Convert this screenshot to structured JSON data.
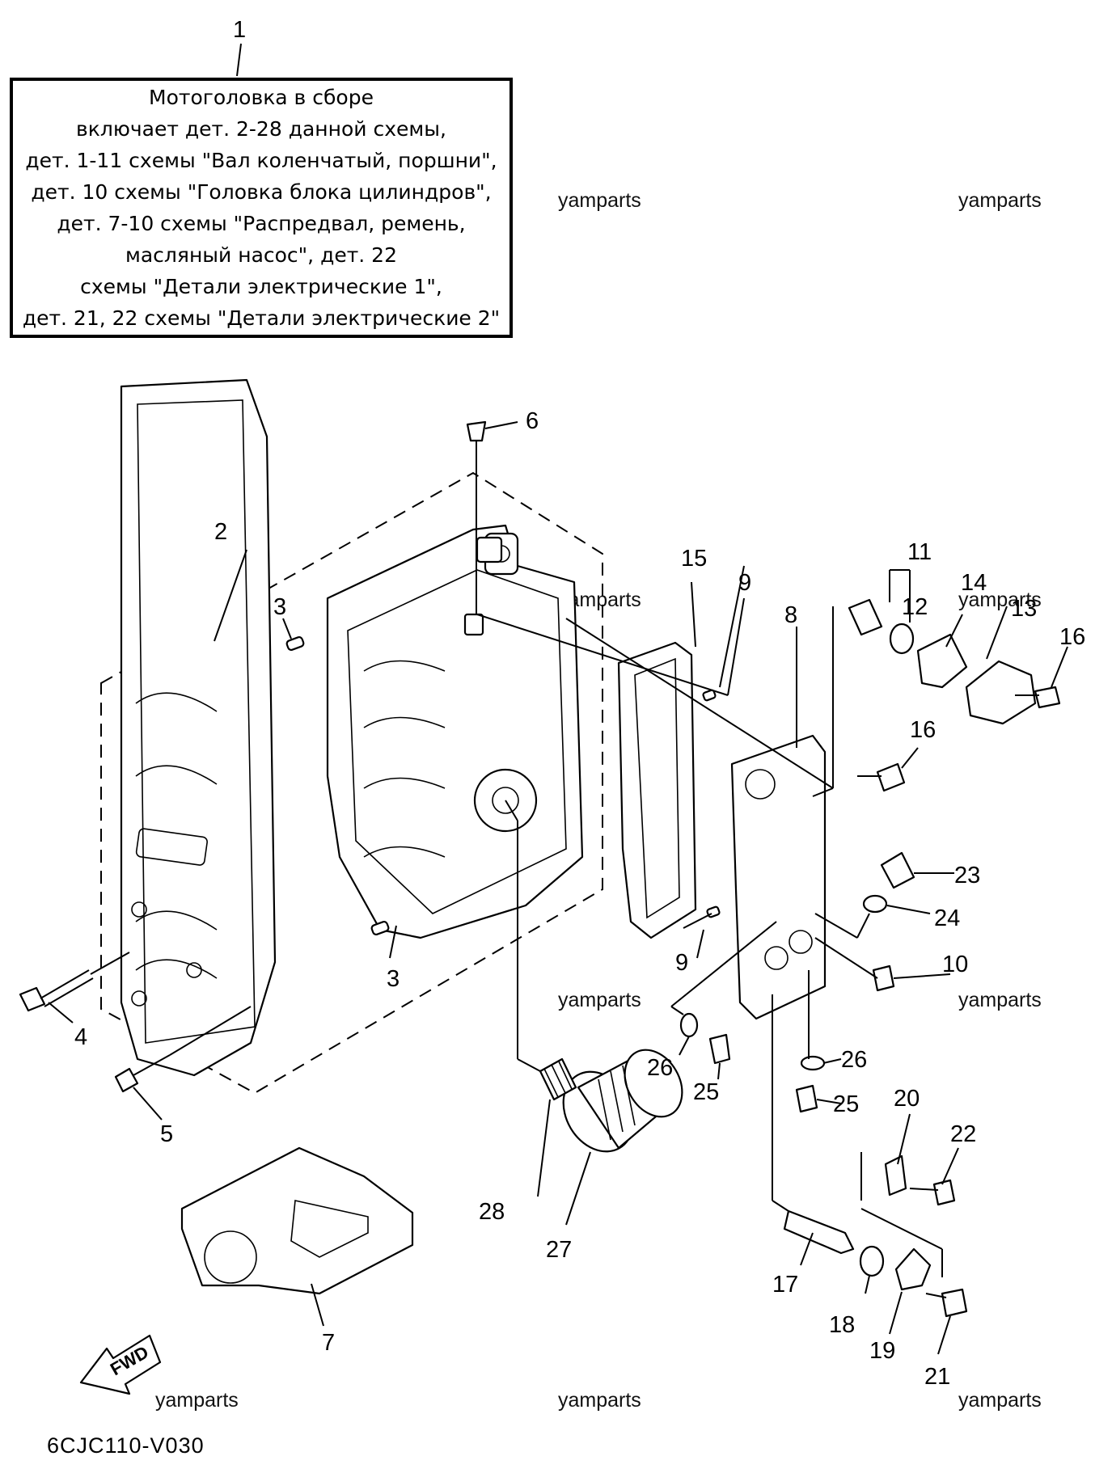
{
  "assembly_note": {
    "callout": "1",
    "lines": [
      "Мотоголовка в сборе",
      "включает дет. 2-28 данной схемы,",
      "дет. 1-11 схемы \"Вал коленчатый, поршни\",",
      "дет. 10 схемы \"Головка блока цилиндров\",",
      "дет. 7-10 схемы \"Распредвал, ремень,",
      "масляный насос\", дет. 22",
      "схемы \"Детали электрические 1\",",
      "дет. 21, 22 схемы \"Детали электрические 2\""
    ]
  },
  "watermark": "yamparts",
  "diagram_code": "6CJC110-V030",
  "fwd_label": "FWD",
  "callouts": {
    "p2": "2",
    "p3a": "3",
    "p3b": "3",
    "p4": "4",
    "p5": "5",
    "p6": "6",
    "p7": "7",
    "p8": "8",
    "p9a": "9",
    "p9b": "9",
    "p10": "10",
    "p11": "11",
    "p12": "12",
    "p13": "13",
    "p14": "14",
    "p15": "15",
    "p16a": "16",
    "p16b": "16",
    "p17": "17",
    "p18": "18",
    "p19": "19",
    "p20": "20",
    "p21": "21",
    "p22": "22",
    "p23": "23",
    "p24": "24",
    "p25a": "25",
    "p25b": "25",
    "p26a": "26",
    "p26b": "26",
    "p27": "27",
    "p28": "28"
  }
}
